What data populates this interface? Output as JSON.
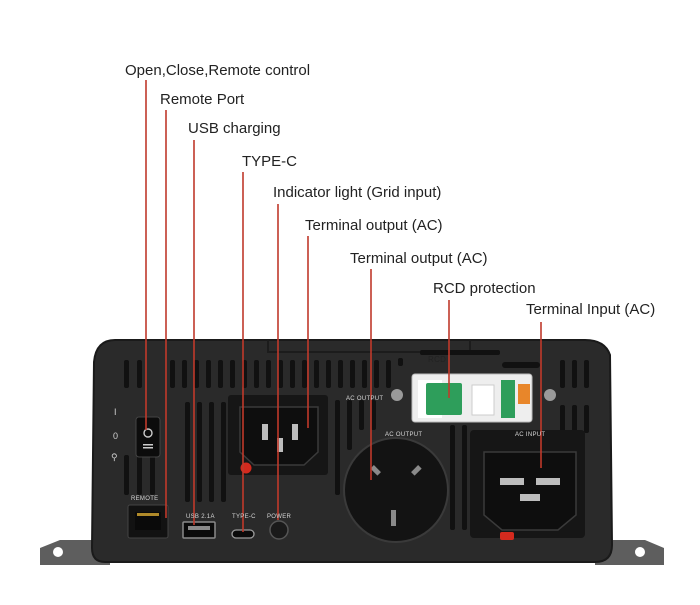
{
  "callouts": [
    {
      "id": "open-close",
      "text": "Open,Close,Remote control"
    },
    {
      "id": "remote-port",
      "text": "Remote Port"
    },
    {
      "id": "usb",
      "text": "USB charging"
    },
    {
      "id": "typec",
      "text": "TYPE-C"
    },
    {
      "id": "indicator",
      "text": "Indicator light (Grid input)"
    },
    {
      "id": "term-out-1",
      "text": "Terminal output (AC)"
    },
    {
      "id": "term-out-2",
      "text": "Terminal output (AC)"
    },
    {
      "id": "rcd",
      "text": "RCD protection"
    },
    {
      "id": "term-in",
      "text": "Terminal Input (AC)"
    }
  ],
  "panel": {
    "switch_marks": [
      "I",
      "0",
      "⚲"
    ],
    "remote_label": "REMOTE",
    "usb_label": "USB  2.1A",
    "typec_label": "TYPE-C",
    "power_label": "POWER",
    "ac_output_label_1": "AC  OUTPUT",
    "ac_output_label_2": "AC  OUTPUT",
    "ac_input_label": "AC INPUT",
    "rcd_label": "RCD"
  },
  "colors": {
    "body": "#2a2a2a",
    "edge": "#1a1a1a",
    "foot": "#5e5e5e",
    "lead": "#c0392b",
    "rcd_green": "#2e9e5b",
    "rcd_orange": "#e8862a"
  }
}
